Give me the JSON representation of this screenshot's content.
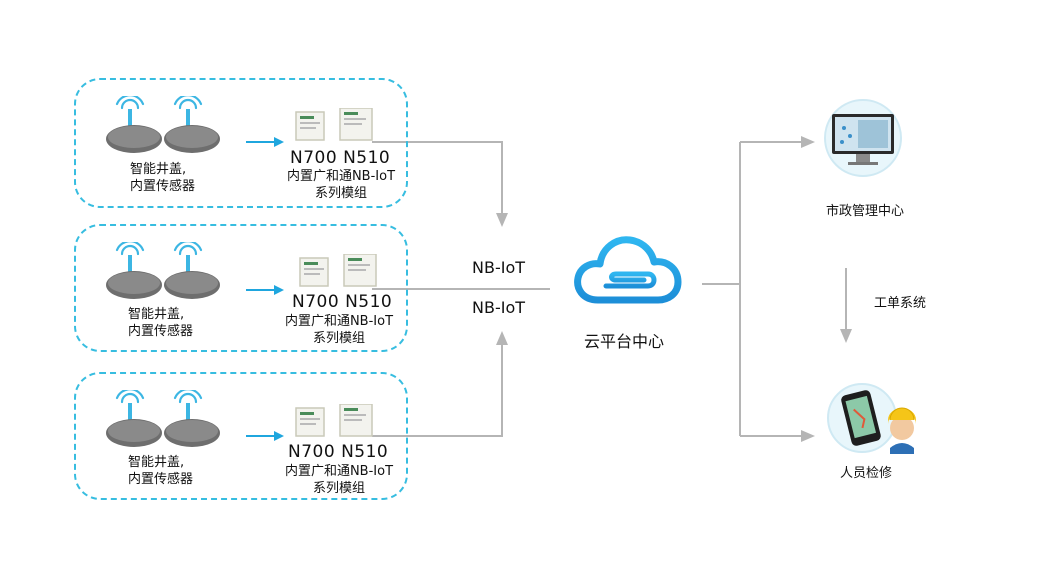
{
  "groups": [
    {
      "cover_line1": "智能井盖,",
      "cover_line2": "内置传感器",
      "models": "N700 N510",
      "module_line1": "内置广和通NB-IoT",
      "module_line2": "系列模组"
    },
    {
      "cover_line1": "智能井盖,",
      "cover_line2": "内置传感器",
      "models": "N700 N510",
      "module_line1": "内置广和通NB-IoT",
      "module_line2": "系列模组"
    },
    {
      "cover_line1": "智能井盖,",
      "cover_line2": "内置传感器",
      "models": "N700 N510",
      "module_line1": "内置广和通NB-IoT",
      "module_line2": "系列模组"
    }
  ],
  "network": {
    "label_top": "NB-IoT",
    "label_bottom": "NB-IoT"
  },
  "cloud": {
    "label": "云平台中心"
  },
  "targets": {
    "municipal": "市政管理中心",
    "work_order": "工单系统",
    "inspection": "人员检修"
  },
  "colors": {
    "accent": "#37bde0",
    "connector": "#b5b5b5",
    "cloud": "#2aa8e8"
  }
}
